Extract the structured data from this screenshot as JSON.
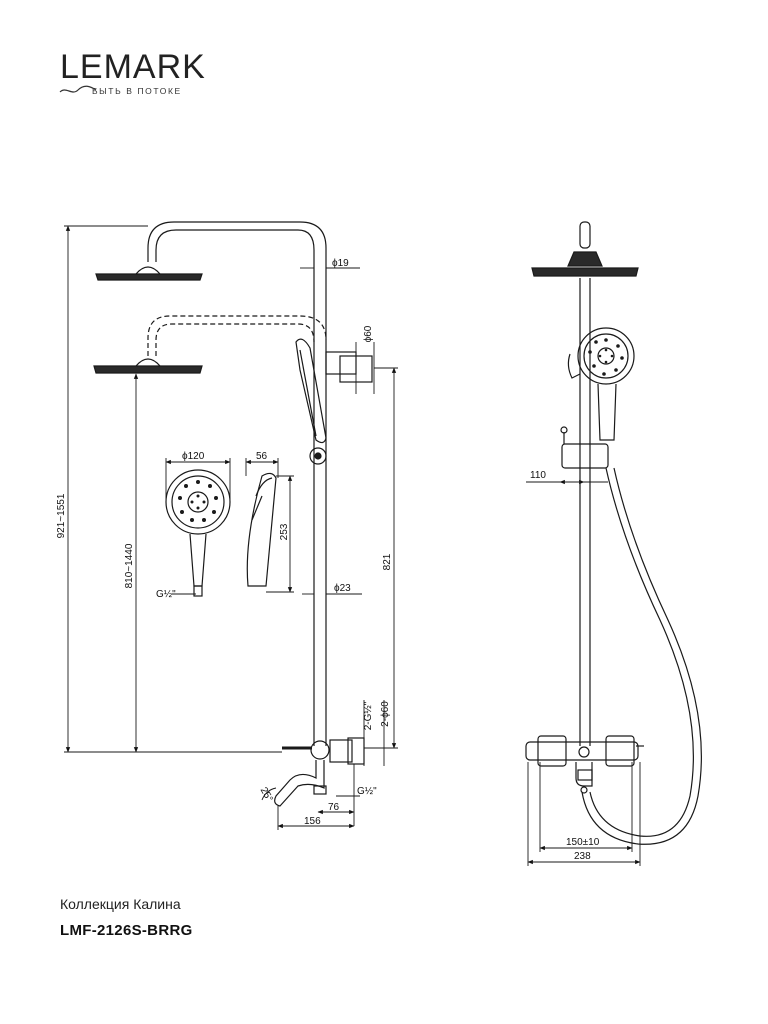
{
  "brand": {
    "name": "LEMARK",
    "tagline": "БЫТЬ В ПОТОКЕ"
  },
  "product": {
    "collection": "Коллекция Калина",
    "model": "LMF-2126S-BRRG"
  },
  "dimensions": {
    "height_range": "921~1551",
    "shower_height_range": "810~1440",
    "pipe_diameter": "ϕ19",
    "holder_diameter": "ϕ60",
    "hand_shower_diameter": "ϕ120",
    "hand_shower_depth": "56",
    "hand_shower_length": "253",
    "thread": "G½\"",
    "rail_diameter": "ϕ23",
    "rail_length": "821",
    "inlet_thread": "2-G½\"",
    "inlet_flange": "2-ϕ60",
    "spout_angle": "25°",
    "spout_offset": "76",
    "spout_length": "156",
    "thread_bottom": "G½\"",
    "side_depth": "110",
    "center_distance": "150±10",
    "mixer_width": "238"
  }
}
